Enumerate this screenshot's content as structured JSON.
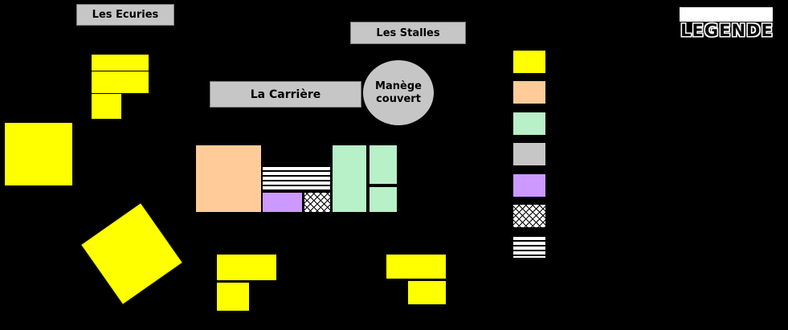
{
  "labels": {
    "ecuries": "Les Ecuries",
    "stalles": "Les Stalles",
    "carriere": "La Carrière",
    "manege": "Manège\ncouvert"
  },
  "legend": {
    "title": "LEGENDE",
    "items": [
      {
        "name": "yellow",
        "fill": "#ffff00",
        "pattern": "solid"
      },
      {
        "name": "orange",
        "fill": "#ffcc99",
        "pattern": "solid"
      },
      {
        "name": "green",
        "fill": "#b8f0c8",
        "pattern": "solid"
      },
      {
        "name": "gray",
        "fill": "#c6c6c6",
        "pattern": "solid"
      },
      {
        "name": "purple",
        "fill": "#cc99ff",
        "pattern": "solid"
      },
      {
        "name": "crosshatch",
        "fill": "#ffffff",
        "pattern": "crosshatch"
      },
      {
        "name": "horizontal-stripes",
        "fill": "#ffffff",
        "pattern": "hstripes"
      }
    ]
  },
  "colors": {
    "background": "#000000",
    "yellow": "#ffff00",
    "orange": "#ffcc99",
    "green": "#b8f0c8",
    "gray": "#c6c6c6",
    "purple": "#cc99ff",
    "white": "#ffffff",
    "text": "#000000"
  }
}
